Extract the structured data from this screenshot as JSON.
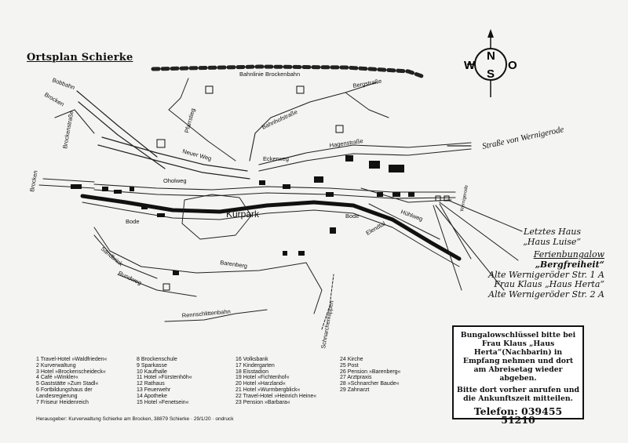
{
  "map": {
    "title": "Ortsplan Schierke",
    "compass": {
      "n": "N",
      "w": "W",
      "o": "O",
      "s": "S"
    },
    "labels": {
      "bahnlinie": "Bahnlinie Brockenbahn",
      "bobbahn": "Bobbahn",
      "brocken_top": "Brocken",
      "brocken_left": "Brocken",
      "pfarrstieg": "Pfarrstieg",
      "neuer_weg": "Neuer Weg",
      "bahnhofstrasse": "Bahnhofstraße",
      "brockenstrasse": "Brockenstraße",
      "bergstrasse": "Bergstraße",
      "hagenstrasse": "Hagenstraße",
      "eckerweg": "Eckerweg",
      "oholweg": "Oholweg",
      "kurpark": "Kurpark",
      "bode1": "Bode",
      "bode2": "Bode",
      "sandbrink": "Sandbrink",
      "barenberg": "Barenberg",
      "rundweg": "Rundweg",
      "hohlweg": "Hühlweg",
      "elendtal": "Elendtal",
      "rennschlittenbahn": "Rennschlittenbahn",
      "schnarcherklippen": "Schnarcherklippen",
      "wernigerode_small": "Wernigerode",
      "strasse_wernigerode": "Straße von Wernigerode"
    }
  },
  "callouts": {
    "luise": {
      "line1": "Letztes Haus",
      "line2": "„Haus Luise“"
    },
    "bergfreiheit": {
      "line1": "Ferienbungalow",
      "line2": "„Bergfreiheit“",
      "line3": "Alte Wernigeröder Str. 1 A"
    },
    "herta": {
      "line1": "Frau Klaus „Haus Herta“",
      "line2": "Alte Wernigeröder Str. 2 A"
    }
  },
  "legend": {
    "col1": [
      "1  Travel-Hotel »Waldfrieden«",
      "2  Kurverwaltung",
      "3  Hotel »Brockenscheideck«",
      "4  Café »Winkler«",
      "5  Gaststätte »Zum Stadl«",
      "6  Fortbildungshaus der",
      "    Landesregierung",
      "7  Friseur Heidenreich"
    ],
    "col2": [
      "8  Brockenschule",
      "9  Sparkasse",
      "10  Kaufhalle",
      "11  Hotel »Fürstenhöh«",
      "12  Rathaus",
      "13  Feuerwehr",
      "14  Apotheke",
      "15  Hotel »Fenetsein«"
    ],
    "col3": [
      "16  Volksbank",
      "17  Kindergarten",
      "18  Eisstadion",
      "19  Hotel »Fichtenhof«",
      "20  Hotel »Harzland«",
      "21  Hotel »Wurmbergblick«",
      "22  Travel-Hotel »Heinrich Heine«",
      "23  Pension »Barbara«"
    ],
    "col4": [
      "24  Kirche",
      "25  Post",
      "26  Pension »Barenberg«",
      "27  Arztpraxis",
      "28  »Schnarcher Baude«",
      "29  Zahnarzt"
    ]
  },
  "publisher": "Herausgeber: Kurverwaltung Schierke am Brocken, 38879 Schierke · 29/1/20 · ondruck",
  "info_box": {
    "para1": "Bungalowschlüssel bitte bei Frau Klaus „Haus Herta“(Nachbarin) in Empfang nehmen und dort am Abreisetag wieder abgeben.",
    "para2": "Bitte dort vorher anrufen und die Ankunftszeit mitteilen.",
    "phone": "Telefon: 039455 51210"
  }
}
